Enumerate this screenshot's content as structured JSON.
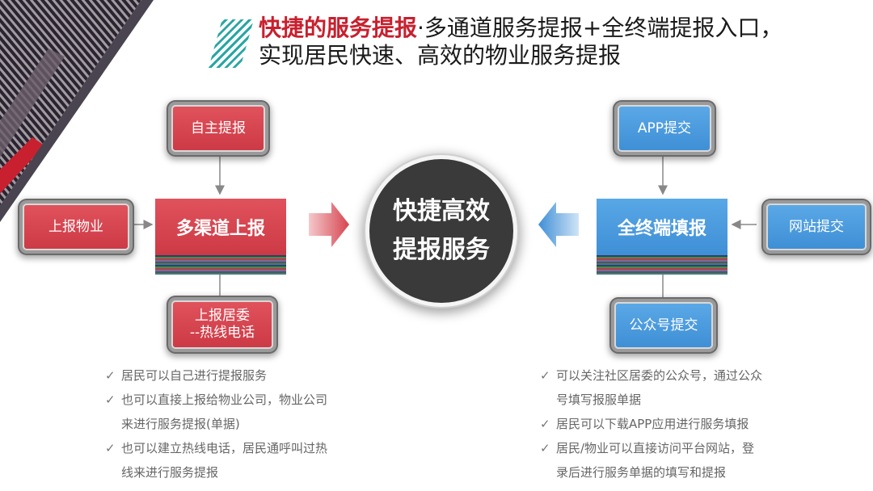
{
  "title": {
    "highlight": "快捷的服务提报",
    "line1_rest": "·多通道服务提报+全终端提报入口，",
    "line2": "实现居民快速、高效的物业服务提报"
  },
  "left": {
    "hub": "多渠道上报",
    "top": "自主提报",
    "side": "上报物业",
    "bottom_line1": "上报居委",
    "bottom_line2": "--热线电话"
  },
  "center": {
    "line1": "快捷高效",
    "line2": "提报服务"
  },
  "right": {
    "hub": "全终端填报",
    "top": "APP提交",
    "side": "网站提交",
    "bottom": "公众号提交"
  },
  "bullets_left": [
    [
      "居民可以自己进行提报服务"
    ],
    [
      "也可以直接上报给物业公司，物业公司",
      "来进行服务提报(单据)"
    ],
    [
      "也可以建立热线电话，居民通呼叫过热",
      "线来进行服务提报"
    ]
  ],
  "bullets_right": [
    [
      "可以关注社区居委的公众号，通过公众",
      "号填写报服单据"
    ],
    [
      "居民可以下载APP应用进行服务填报"
    ],
    [
      "居民/物业可以直接访问平台网站，登",
      "录后进行服务单据的填写和提报"
    ]
  ],
  "check_mark": "✓",
  "colors": {
    "red": "#cc3a45",
    "blue": "#3f8fd6",
    "accent_title": "#c8202e",
    "dark_circle": "#3a3a3a"
  }
}
